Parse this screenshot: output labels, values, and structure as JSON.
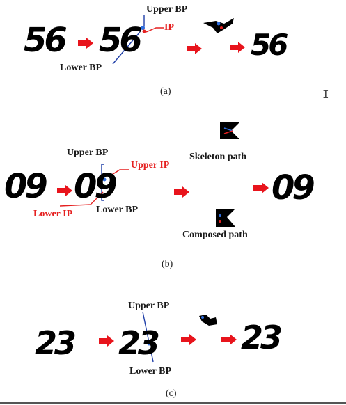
{
  "panel_a": {
    "digits_input": "56",
    "digits_marked": "56",
    "digits_output": "56",
    "upper_bp_label": "Upper BP",
    "ip_label": "IP",
    "lower_bp_label": "Lower BP",
    "caption": "(a)"
  },
  "panel_b": {
    "digits_input": "09",
    "digits_marked": "09",
    "digits_output": "09",
    "upper_bp_label": "Upper BP",
    "upper_ip_label": "Upper IP",
    "lower_ip_label": "Lower IP",
    "lower_bp_label": "Lower BP",
    "skeleton_path_label": "Skeleton path",
    "composed_path_label": "Composed path",
    "caption": "(b)"
  },
  "panel_c": {
    "digits_input": "23",
    "digits_marked": "23",
    "digits_output": "23",
    "upper_bp_label": "Upper BP",
    "lower_bp_label": "Lower BP",
    "caption": "(c)"
  },
  "colors": {
    "arrow": "#e8141c",
    "label_red": "#e52020",
    "leader_blue": "#1f3fa8",
    "bp_point": "#2f6fe0"
  },
  "icons": {
    "arrow": "red-right-arrow-icon",
    "cursor": "text-cursor-icon"
  }
}
